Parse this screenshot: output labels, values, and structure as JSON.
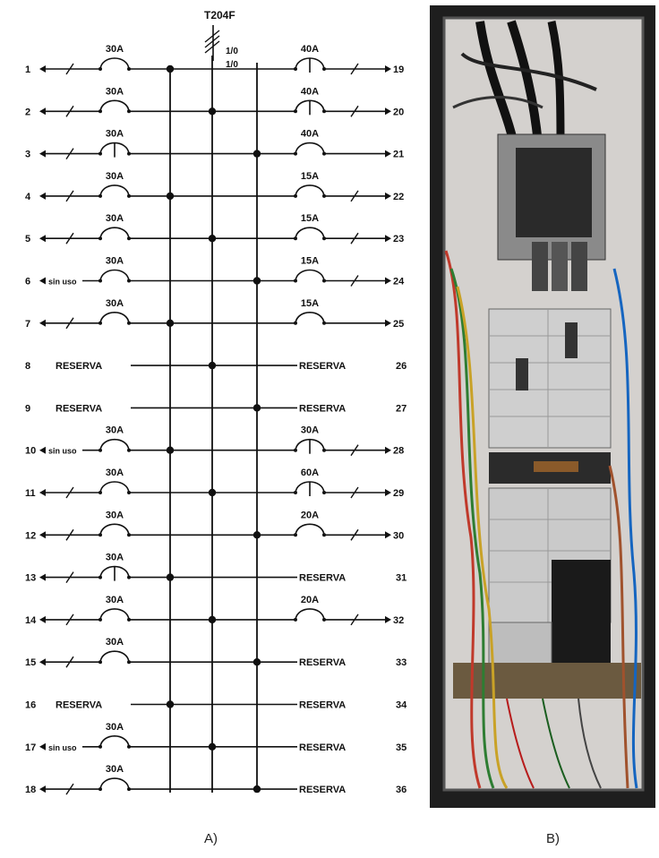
{
  "diagram": {
    "label": "A)",
    "breaker_main": "T204F",
    "phase_labels": [
      "1/0",
      "1/0"
    ],
    "left_rows": [
      {
        "num": "1",
        "rating": "30A",
        "kind": "out",
        "note": "",
        "bus": 0
      },
      {
        "num": "2",
        "rating": "30A",
        "kind": "out",
        "note": "",
        "bus": 1
      },
      {
        "num": "3",
        "rating": "30A",
        "kind": "out-t",
        "note": "",
        "bus": 2
      },
      {
        "num": "4",
        "rating": "30A",
        "kind": "out",
        "note": "",
        "bus": 0
      },
      {
        "num": "5",
        "rating": "30A",
        "kind": "out",
        "note": "",
        "bus": 1
      },
      {
        "num": "6",
        "rating": "30A",
        "kind": "note",
        "note": "sin uso",
        "bus": 2
      },
      {
        "num": "7",
        "rating": "30A",
        "kind": "out",
        "note": "",
        "bus": 0
      },
      {
        "num": "8",
        "rating": "",
        "kind": "reserva",
        "note": "RESERVA",
        "bus": 1
      },
      {
        "num": "9",
        "rating": "",
        "kind": "reserva",
        "note": "RESERVA",
        "bus": 2
      },
      {
        "num": "10",
        "rating": "30A",
        "kind": "note",
        "note": "sin uso",
        "bus": 0
      },
      {
        "num": "11",
        "rating": "30A",
        "kind": "out",
        "note": "",
        "bus": 1
      },
      {
        "num": "12",
        "rating": "30A",
        "kind": "out",
        "note": "",
        "bus": 2
      },
      {
        "num": "13",
        "rating": "30A",
        "kind": "out-t",
        "note": "",
        "bus": 0
      },
      {
        "num": "14",
        "rating": "30A",
        "kind": "out",
        "note": "",
        "bus": 1
      },
      {
        "num": "15",
        "rating": "30A",
        "kind": "out",
        "note": "",
        "bus": 2
      },
      {
        "num": "16",
        "rating": "",
        "kind": "reserva",
        "note": "RESERVA",
        "bus": 0
      },
      {
        "num": "17",
        "rating": "30A",
        "kind": "note",
        "note": "sin uso",
        "bus": 1
      },
      {
        "num": "18",
        "rating": "30A",
        "kind": "out",
        "note": "",
        "bus": 2
      }
    ],
    "right_rows": [
      {
        "num": "19",
        "rating": "40A",
        "kind": "out-t"
      },
      {
        "num": "20",
        "rating": "40A",
        "kind": "out-t"
      },
      {
        "num": "21",
        "rating": "40A",
        "kind": "plain"
      },
      {
        "num": "22",
        "rating": "15A",
        "kind": "out"
      },
      {
        "num": "23",
        "rating": "15A",
        "kind": "out"
      },
      {
        "num": "24",
        "rating": "15A",
        "kind": "out"
      },
      {
        "num": "25",
        "rating": "15A",
        "kind": "plain"
      },
      {
        "num": "26",
        "rating": "",
        "kind": "reserva",
        "note": "RESERVA"
      },
      {
        "num": "27",
        "rating": "",
        "kind": "reserva",
        "note": "RESERVA"
      },
      {
        "num": "28",
        "rating": "30A",
        "kind": "out-t"
      },
      {
        "num": "29",
        "rating": "60A",
        "kind": "out-t"
      },
      {
        "num": "30",
        "rating": "20A",
        "kind": "out"
      },
      {
        "num": "31",
        "rating": "",
        "kind": "reserva",
        "note": "RESERVA"
      },
      {
        "num": "32",
        "rating": "20A",
        "kind": "out"
      },
      {
        "num": "33",
        "rating": "",
        "kind": "reserva",
        "note": "RESERVA"
      },
      {
        "num": "34",
        "rating": "",
        "kind": "reserva",
        "note": "RESERVA"
      },
      {
        "num": "35",
        "rating": "",
        "kind": "reserva",
        "note": "RESERVA"
      },
      {
        "num": "36",
        "rating": "",
        "kind": "reserva",
        "note": "RESERVA"
      }
    ]
  },
  "photo": {
    "label": "B)"
  },
  "colors": {
    "line": "#111111",
    "panel_frame": "#2a2a2a",
    "panel_back": "#d9d6d3",
    "breaker": "#d7d7d7"
  }
}
